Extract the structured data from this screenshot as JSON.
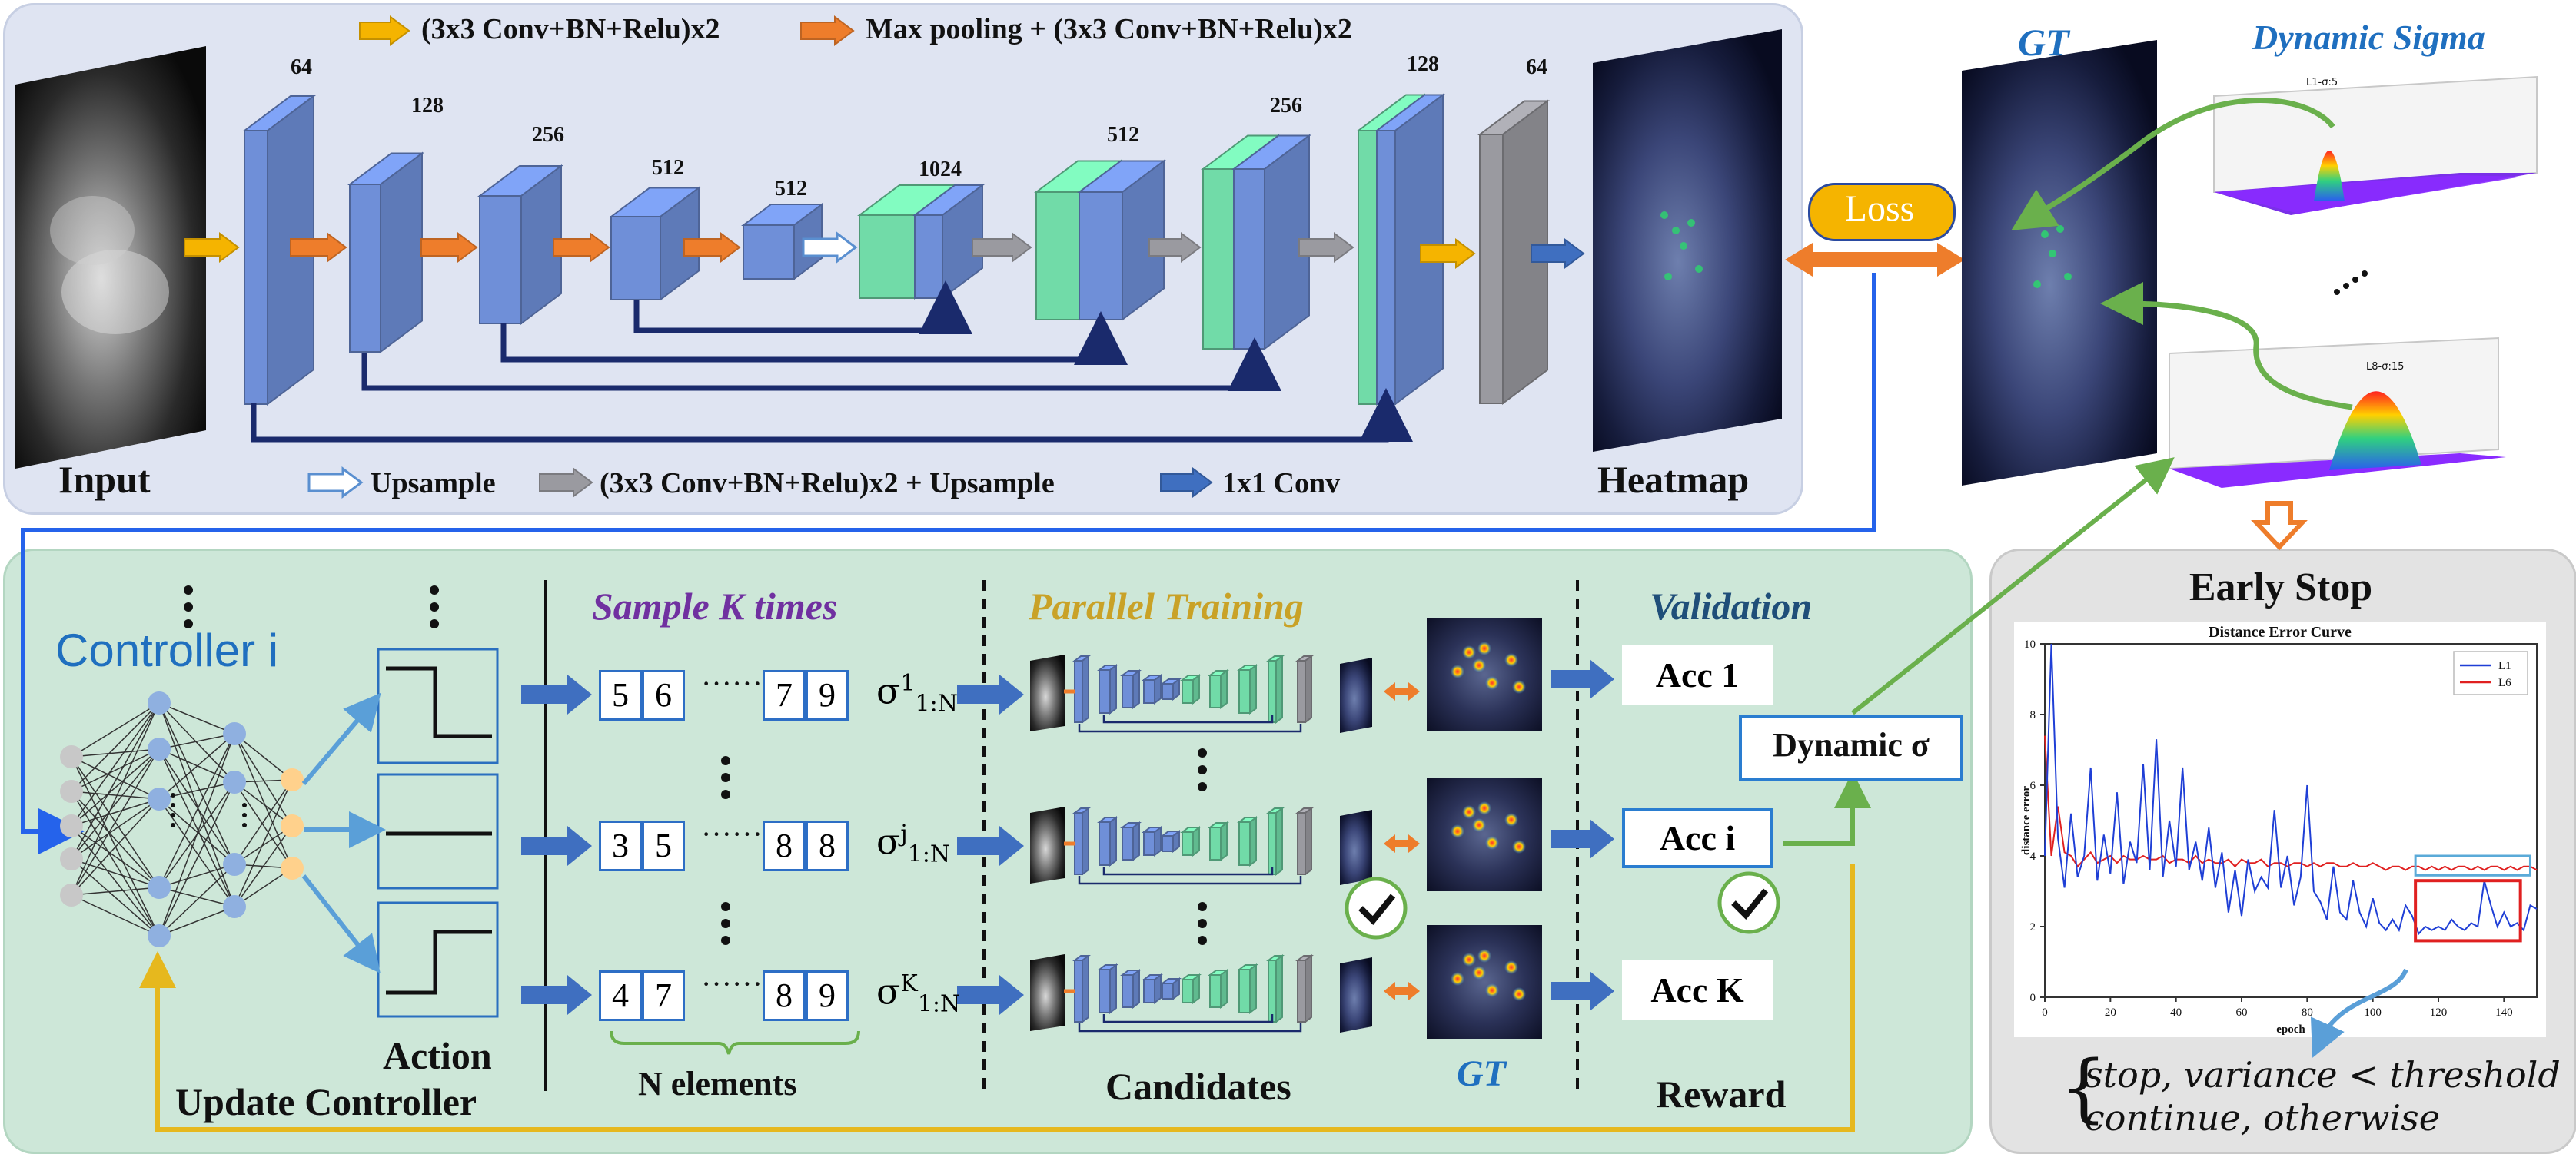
{
  "legend": {
    "conv": "(3x3 Conv+BN+Relu)x2",
    "maxpool": "Max pooling + (3x3 Conv+BN+Relu)x2",
    "upsample": "Upsample",
    "conv_up": "(3x3 Conv+BN+Relu)x2 + Upsample",
    "conv1x1": "1x1  Conv"
  },
  "unet": {
    "input_label": "Input",
    "heatmap_label": "Heatmap",
    "channels": [
      "64",
      "128",
      "256",
      "512",
      "512",
      "1024",
      "512",
      "256",
      "128",
      "64"
    ]
  },
  "loss_label": "Loss",
  "gt_label": "GT",
  "dynamic_sigma_title": "Dynamic Sigma",
  "surface_labels": [
    "L1-σ:5",
    "L8-σ:15"
  ],
  "controller": {
    "label": "Controller i",
    "action_label": "Action",
    "update_label": "Update Controller"
  },
  "sampling": {
    "title": "Sample K times",
    "rows": [
      {
        "first": [
          "5",
          "6"
        ],
        "last": [
          "7",
          "9"
        ],
        "sigma_sup": "1"
      },
      {
        "first": [
          "3",
          "5"
        ],
        "last": [
          "8",
          "8"
        ],
        "sigma_sup": "j"
      },
      {
        "first": [
          "4",
          "7"
        ],
        "last": [
          "8",
          "9"
        ],
        "sigma_sup": "K"
      }
    ],
    "sigma_sub": "1:N",
    "n_elements": "N elements"
  },
  "training": {
    "title": "Parallel Training",
    "candidates_label": "Candidates",
    "gt_label": "GT"
  },
  "validation": {
    "title": "Validation",
    "acc": [
      "Acc 1",
      "Acc i",
      "Acc K"
    ],
    "reward_label": "Reward",
    "dynamic_sigma_box": "Dynamic σ"
  },
  "early_stop": {
    "title": "Early Stop",
    "chart_title": "Distance Error Curve",
    "rule_stop": "stop, variance < threshold",
    "rule_continue": "continue, otherwise"
  },
  "chart_data": {
    "type": "line",
    "title": "Distance Error Curve",
    "xlabel": "epoch",
    "ylabel": "distance error",
    "xlim": [
      0,
      150
    ],
    "ylim": [
      0,
      10
    ],
    "xticks": [
      0,
      20,
      40,
      60,
      80,
      100,
      120,
      140
    ],
    "yticks": [
      0,
      2,
      4,
      6,
      8,
      10
    ],
    "legend_position": "top-right",
    "series": [
      {
        "name": "L1",
        "color": "#1f3fd6",
        "x": [
          0,
          2,
          4,
          6,
          8,
          10,
          12,
          14,
          16,
          18,
          20,
          22,
          24,
          26,
          28,
          30,
          32,
          34,
          36,
          38,
          40,
          42,
          44,
          46,
          48,
          50,
          52,
          54,
          56,
          58,
          60,
          62,
          64,
          66,
          68,
          70,
          72,
          74,
          76,
          78,
          80,
          82,
          84,
          86,
          88,
          90,
          92,
          94,
          96,
          98,
          100,
          102,
          104,
          106,
          108,
          110,
          112,
          114,
          116,
          118,
          120,
          122,
          124,
          126,
          128,
          130,
          132,
          134,
          136,
          138,
          140,
          142,
          144,
          146,
          148,
          150
        ],
        "y": [
          4.0,
          10.0,
          4.5,
          3.1,
          5.2,
          3.4,
          4.0,
          6.5,
          3.3,
          4.6,
          3.5,
          5.8,
          3.2,
          4.4,
          3.8,
          6.6,
          3.6,
          7.3,
          3.4,
          5.0,
          3.7,
          6.5,
          3.6,
          4.4,
          3.3,
          4.8,
          3.1,
          4.1,
          2.4,
          3.6,
          2.3,
          3.9,
          3.0,
          3.4,
          3.1,
          5.3,
          3.1,
          4.0,
          2.6,
          3.4,
          6.0,
          3.0,
          2.7,
          2.2,
          3.7,
          2.4,
          2.2,
          3.3,
          2.4,
          2.0,
          2.8,
          2.1,
          1.9,
          2.2,
          1.9,
          2.6,
          2.3,
          1.8,
          2.0,
          1.9,
          2.0,
          1.9,
          2.2,
          2.0,
          1.9,
          2.1,
          2.0,
          3.3,
          2.6,
          2.0,
          2.4,
          2.0,
          2.1,
          1.9,
          2.6,
          2.5
        ]
      },
      {
        "name": "L6",
        "color": "#e02020",
        "x": [
          0,
          2,
          4,
          6,
          8,
          10,
          12,
          14,
          16,
          18,
          20,
          22,
          24,
          26,
          28,
          30,
          32,
          34,
          36,
          38,
          40,
          42,
          44,
          46,
          48,
          50,
          52,
          54,
          56,
          58,
          60,
          62,
          64,
          66,
          68,
          70,
          72,
          74,
          76,
          78,
          80,
          82,
          84,
          86,
          88,
          90,
          92,
          94,
          96,
          98,
          100,
          102,
          104,
          106,
          108,
          110,
          112,
          114,
          116,
          118,
          120,
          122,
          124,
          126,
          128,
          130,
          132,
          134,
          136,
          138,
          140,
          142,
          144,
          146,
          148,
          150
        ],
        "y": [
          7.4,
          4.0,
          5.4,
          4.1,
          4.0,
          3.7,
          3.9,
          4.1,
          3.8,
          3.9,
          4.0,
          3.8,
          4.0,
          3.9,
          3.9,
          4.0,
          3.9,
          3.9,
          4.0,
          3.8,
          3.9,
          3.9,
          3.8,
          4.0,
          3.8,
          3.9,
          3.8,
          3.8,
          3.9,
          3.7,
          3.9,
          3.8,
          3.8,
          3.9,
          3.7,
          3.8,
          3.8,
          3.7,
          3.8,
          3.8,
          3.7,
          3.8,
          3.7,
          3.8,
          3.8,
          3.7,
          3.7,
          3.8,
          3.7,
          3.7,
          3.8,
          3.7,
          3.6,
          3.7,
          3.7,
          3.6,
          3.7,
          3.7,
          3.6,
          3.7,
          3.6,
          3.7,
          3.6,
          3.7,
          3.7,
          3.6,
          3.7,
          3.6,
          3.7,
          3.7,
          3.6,
          3.7,
          3.6,
          3.7,
          3.7,
          3.6
        ]
      }
    ]
  },
  "colors": {
    "top_panel": "#dfe4f2",
    "bottom_panel": "#cde7d8",
    "right_panel": "#e3e3e3",
    "block_blue": "#6f8fd8",
    "block_green": "#71dba8",
    "block_gray": "#9a9aa0",
    "arrow_yellow": "#f5b400",
    "arrow_orange": "#ee7d2b",
    "arrow_blue": "#3f6fc0",
    "connector_dark": "#1a2a6c",
    "connector_blue": "#2563eb",
    "connector_green": "#6ab04c",
    "connector_yellow": "#e6b81e",
    "title_blue": "#1f6fbf",
    "title_purple": "#7030a0",
    "title_gold": "#c9a227",
    "title_navy": "#1f4e79"
  }
}
